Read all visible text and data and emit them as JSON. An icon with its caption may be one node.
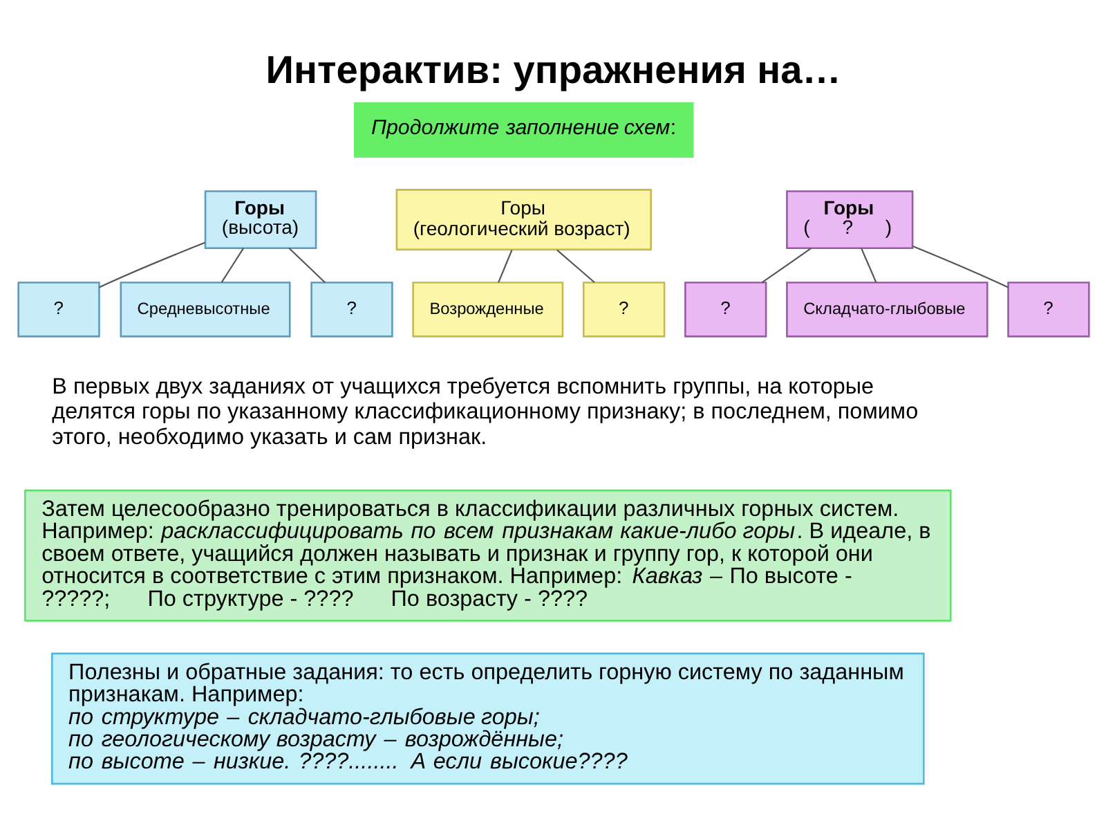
{
  "diagram": {
    "title": "Интерактив: упражнения на…",
    "nodes": [
      {
        "text": [
          "*Продолжите заполнение схем*:"
        ]
      },
      {
        "text": [
          "**Горы**",
          "(высота)"
        ]
      },
      {
        "text": [
          "?"
        ]
      },
      {
        "text": [
          "Средневысотные"
        ]
      },
      {
        "text": [
          "?"
        ]
      },
      {
        "text": [
          "Горы",
          "(геологический возраст)"
        ]
      },
      {
        "text": [
          "Возрожденные"
        ]
      },
      {
        "text": [
          "?"
        ]
      },
      {
        "text": [
          "**Горы**",
          "(      ?      )"
        ]
      },
      {
        "text": [
          "?"
        ]
      },
      {
        "text": [
          "Складчато-глыбовые"
        ]
      },
      {
        "text": [
          "?"
        ]
      },
      {
        "text": [
          "Затем целесообразно тренироваться в классификации различных горных систем. Например: *раскласcифицировать по всем признакам какие-либо горы*. В идеале, в своем ответе, учащийся должен называть и признак и группу гор, к которой они относится в соответствие с этим признаком. Например: *Кавказ –* По высоте - ?????;      По структуре - ????      По возрасту - ????"
        ]
      },
      {
        "text": [
          "Полезны и обратные задания: то есть определить горную систему по заданным признакам. Например:",
          "*по структуре – складчато-глыбовые горы;*",
          "*по геологическому возрасту – возрождённые;*",
          "*по высоте – низкие. ????........ А если высокие????*"
        ]
      }
    ],
    "edges": [
      {
        "from": 1,
        "to": 2,
        "arrow": "none"
      },
      {
        "from": 1,
        "to": 3,
        "arrow": "none"
      },
      {
        "from": 1,
        "to": 4,
        "arrow": "none"
      },
      {
        "from": 5,
        "to": 6,
        "arrow": "none"
      },
      {
        "from": 5,
        "to": 7,
        "arrow": "none"
      },
      {
        "from": 8,
        "to": 9,
        "arrow": "none"
      },
      {
        "from": 8,
        "to": 10,
        "arrow": "none"
      },
      {
        "from": 8,
        "to": 11,
        "arrow": "none"
      }
    ],
    "labels": [
      "В первых двух заданиях от учащихся требуется вспомнить группы, на которые делятся горы по указанному классификационному признаку; в последнем, помимо этого, необходимо указать и сам признак."
    ]
  }
}
